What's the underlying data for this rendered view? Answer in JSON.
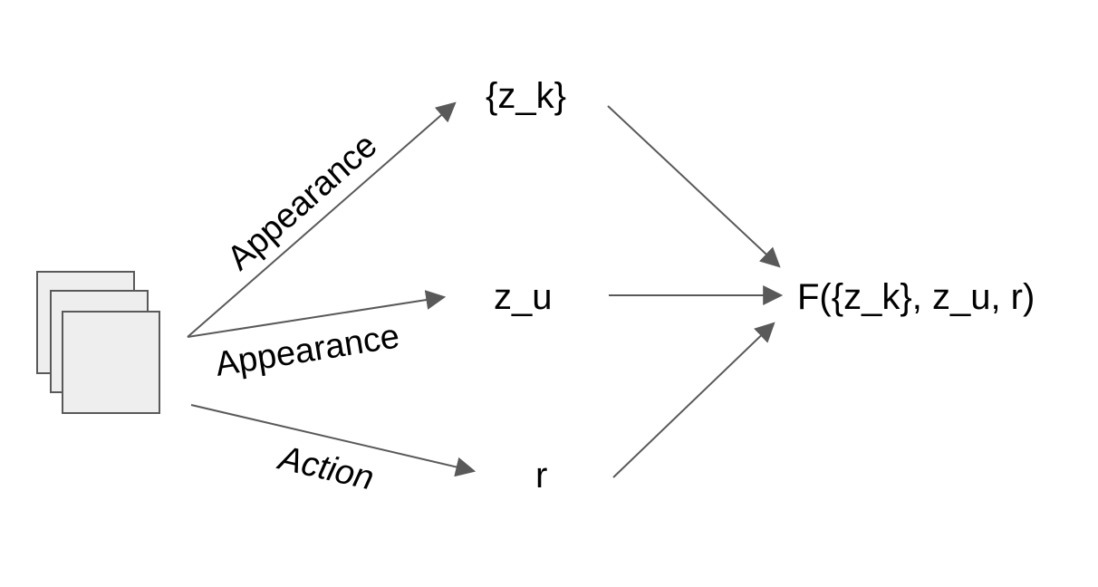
{
  "colors": {
    "arrow": "#595959",
    "frame_fill": "#eeeeee",
    "text": "#000000"
  },
  "nodes": {
    "zk": "{z_k}",
    "zu": "z_u",
    "r": "r",
    "output": "F({z_k}, z_u, r)"
  },
  "edge_labels": {
    "to_zk": "Appearance",
    "to_zu": "Appearance",
    "to_r": "Action"
  },
  "input": {
    "icon": "stacked-frames-icon"
  }
}
